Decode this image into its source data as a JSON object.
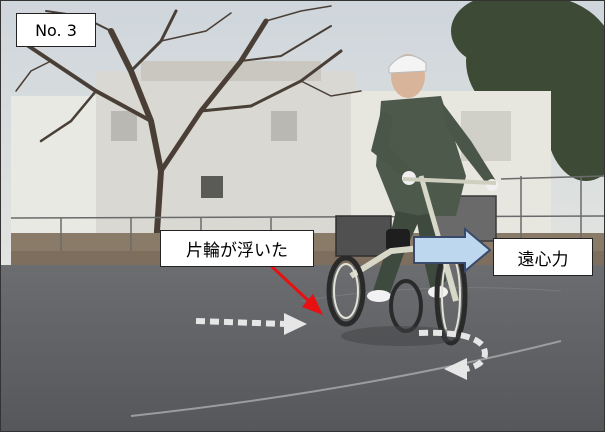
{
  "badge": {
    "text": "No. 3"
  },
  "annotations": {
    "wheel_lifted": "片輪が浮いた",
    "centrifugal_force": "遠心力"
  },
  "colors": {
    "pointer_arrow": "#e81010",
    "force_arrow_fill": "#bdd7ee",
    "force_arrow_stroke": "#3a4a6a",
    "path_arrow": "#e6e6e6"
  }
}
